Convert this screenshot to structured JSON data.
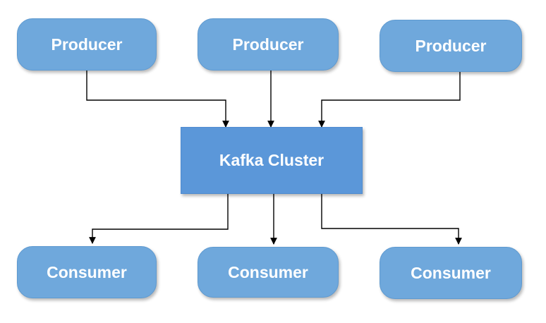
{
  "colors": {
    "producer_fill": "#6fa8dc",
    "consumer_fill": "#6fa8dc",
    "cluster_fill": "#5b97d9",
    "text": "#ffffff",
    "connector": "#000000"
  },
  "producers": [
    {
      "label": "Producer"
    },
    {
      "label": "Producer"
    },
    {
      "label": "Producer"
    }
  ],
  "cluster": {
    "label": "Kafka Cluster"
  },
  "consumers": [
    {
      "label": "Consumer"
    },
    {
      "label": "Consumer"
    },
    {
      "label": "Consumer"
    }
  ],
  "edges": [
    {
      "from": "producer-1",
      "to": "kafka-cluster"
    },
    {
      "from": "producer-2",
      "to": "kafka-cluster"
    },
    {
      "from": "producer-3",
      "to": "kafka-cluster"
    },
    {
      "from": "kafka-cluster",
      "to": "consumer-1"
    },
    {
      "from": "kafka-cluster",
      "to": "consumer-2"
    },
    {
      "from": "kafka-cluster",
      "to": "consumer-3"
    }
  ]
}
